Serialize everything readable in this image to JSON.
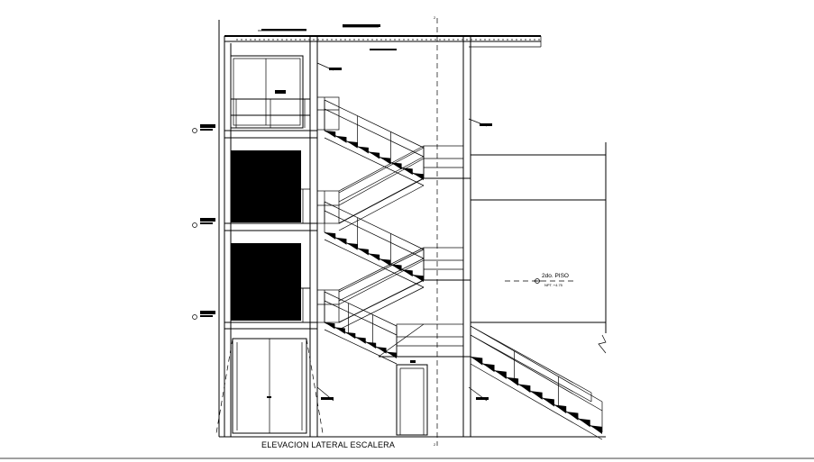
{
  "drawing": {
    "title": "ELEVACION LATERAL ESCALERA",
    "floor_label": "2do. PISO",
    "floor_level": "NPT. +4.75",
    "axis_marks": [
      "2",
      "2"
    ]
  }
}
